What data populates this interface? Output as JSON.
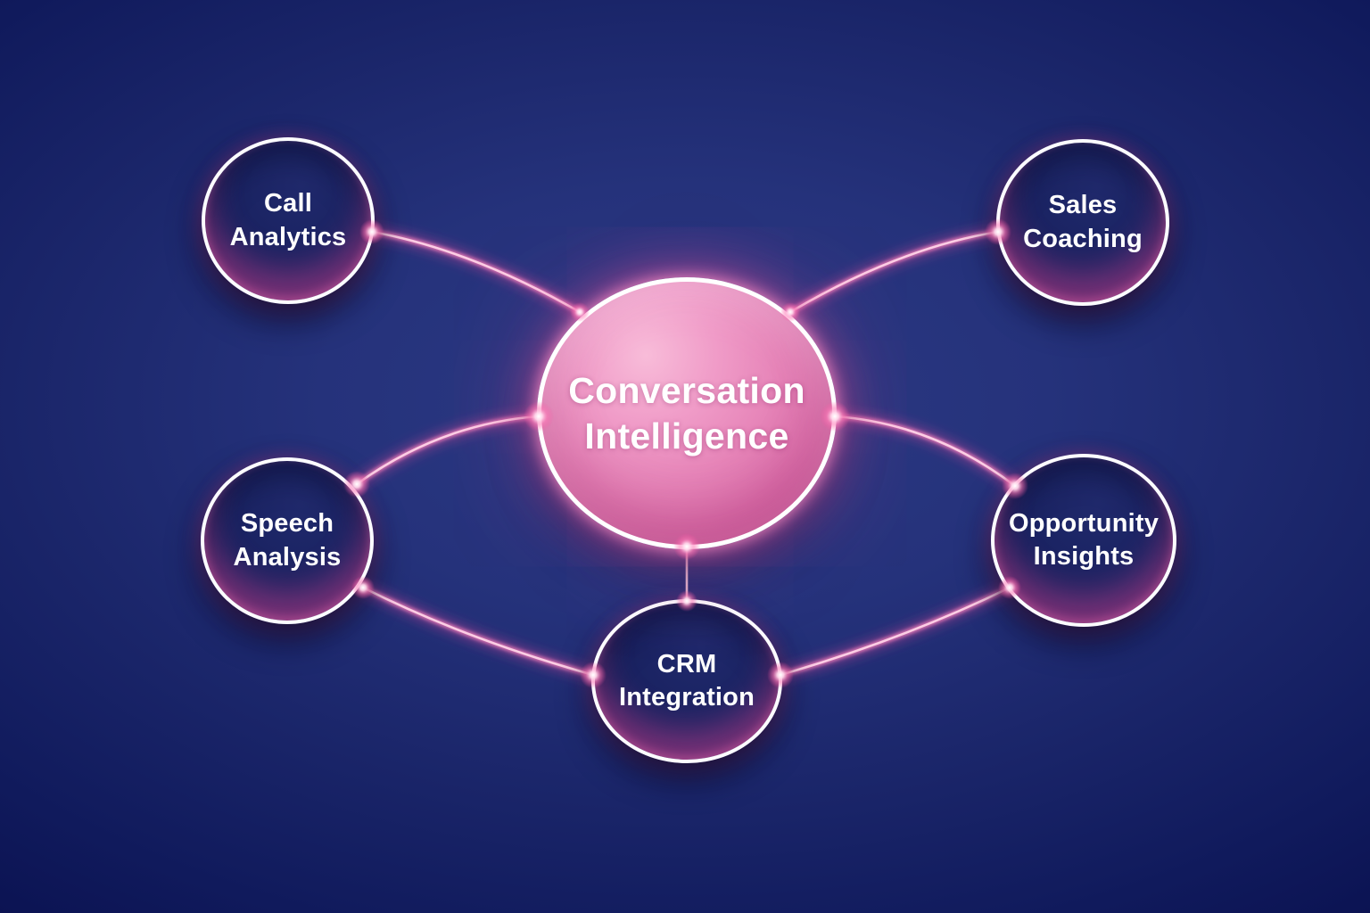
{
  "diagram": {
    "type": "hub-and-spoke",
    "center": {
      "label": "Conversation Intelligence"
    },
    "satellites": [
      {
        "label": "Call Analytics",
        "position": "top-left"
      },
      {
        "label": "Sales Coaching",
        "position": "top-right"
      },
      {
        "label": "Speech Analysis",
        "position": "middle-left"
      },
      {
        "label": "Opportunity Insights",
        "position": "middle-right"
      },
      {
        "label": "CRM Integration",
        "position": "bottom-center"
      }
    ],
    "edges": [
      {
        "from": "Conversation Intelligence",
        "to": "Call Analytics"
      },
      {
        "from": "Conversation Intelligence",
        "to": "Sales Coaching"
      },
      {
        "from": "Conversation Intelligence",
        "to": "Speech Analysis"
      },
      {
        "from": "Conversation Intelligence",
        "to": "Opportunity Insights"
      },
      {
        "from": "Conversation Intelligence",
        "to": "CRM Integration"
      },
      {
        "from": "Speech Analysis",
        "to": "CRM Integration"
      },
      {
        "from": "Opportunity Insights",
        "to": "CRM Integration"
      }
    ],
    "colors": {
      "background_deep": "#081047",
      "background_mid": "#27347c",
      "satellite_fill": "#161f5e",
      "center_fill_light": "#f5aed0",
      "center_fill_dark": "#c75697",
      "ring": "#ffffff",
      "connector": "#ff6fae",
      "text": "#ffffff"
    }
  }
}
